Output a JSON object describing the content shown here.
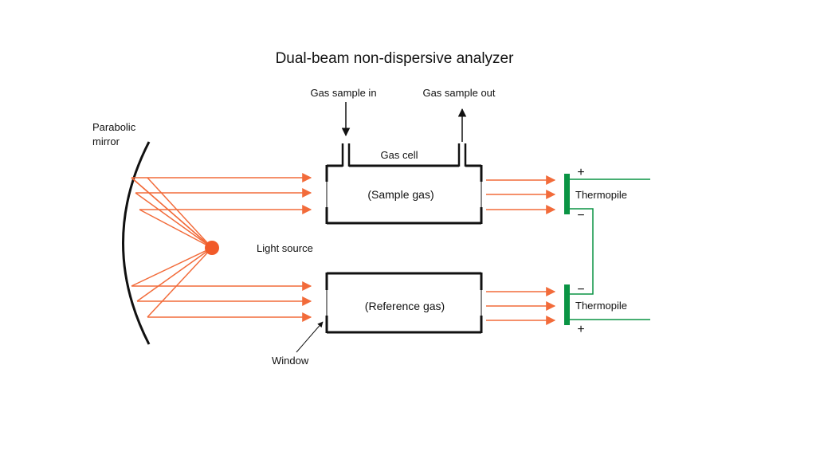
{
  "title": "Dual-beam non-dispersive analyzer",
  "labels": {
    "mirror_line1": "Parabolic",
    "mirror_line2": "mirror",
    "gas_in": "Gas sample in",
    "gas_out": "Gas sample out",
    "gas_cell": "Gas cell",
    "sample_gas": "(Sample gas)",
    "reference_gas": "(Reference gas)",
    "light_source": "Light source",
    "window": "Window",
    "thermopile_top": "Thermopile",
    "thermopile_bottom": "Thermopile",
    "plus_top": "+",
    "minus_top": "−",
    "minus_bottom": "−",
    "plus_bottom": "+"
  },
  "colors": {
    "beam": "#f26b3a",
    "source": "#f15a29",
    "thermopile": "#0a9444",
    "line": "#111111"
  }
}
